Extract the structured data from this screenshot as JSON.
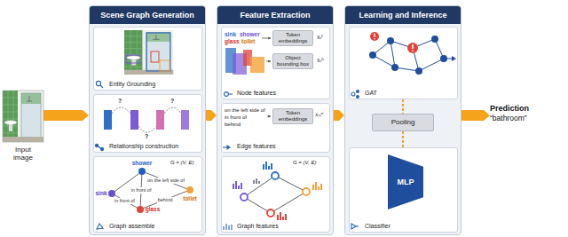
{
  "diagram": {
    "nodes": [
      {
        "text": [
          "Input image"
        ]
      },
      {
        "text": [
          "Scene Graph Generation"
        ]
      },
      {
        "text": [
          "Entity Grounding"
        ],
        "in": 1
      },
      {
        "text": [
          "Relationship construction"
        ],
        "in": 1
      },
      {
        "text": [
          "Graph assemble"
        ],
        "in": 1
      },
      {
        "text": [
          "shower"
        ],
        "in": 4
      },
      {
        "text": [
          "sink"
        ],
        "in": 4
      },
      {
        "text": [
          "glass"
        ],
        "in": 4
      },
      {
        "text": [
          "toilet"
        ],
        "in": 4
      },
      {
        "text": [
          "Feature Extraction"
        ]
      },
      {
        "text": [
          "Node features"
        ],
        "in": 9
      },
      {
        "text": [
          "Token embeddings"
        ],
        "in": 10
      },
      {
        "text": [
          "Object bounding box"
        ],
        "in": 10
      },
      {
        "text": [
          "Edge features"
        ],
        "in": 9
      },
      {
        "text": [
          "Token embeddings"
        ],
        "in": 13
      },
      {
        "text": [
          "Graph features"
        ],
        "in": 9
      },
      {
        "text": [
          "Learning and Inference"
        ]
      },
      {
        "text": [
          "GAT"
        ],
        "in": 16
      },
      {
        "text": [
          "Pooling"
        ],
        "in": 16
      },
      {
        "text": [
          "Classifier"
        ],
        "in": 16
      },
      {
        "text": [
          "MLP"
        ],
        "in": 19
      },
      {
        "text": [
          "Prediction",
          "“bathroom”"
        ]
      }
    ],
    "edges": [
      {
        "from": 0,
        "to": 1,
        "arrow": "to"
      },
      {
        "from": 1,
        "to": 9,
        "arrow": "to"
      },
      {
        "from": 9,
        "to": 16,
        "arrow": "to"
      },
      {
        "from": 16,
        "to": 21,
        "arrow": "to"
      },
      {
        "from": 6,
        "to": 5,
        "arrow": "none"
      },
      {
        "from": 5,
        "to": 7,
        "label": "in front of",
        "arrow": "none"
      },
      {
        "from": 6,
        "to": 7,
        "label": "in front of",
        "arrow": "none"
      },
      {
        "from": 7,
        "to": 8,
        "label": "behind",
        "arrow": "none"
      },
      {
        "from": 5,
        "to": 8,
        "label": "on the left side of",
        "arrow": "none"
      },
      {
        "from": 17,
        "to": 18,
        "arrow": "none"
      },
      {
        "from": 18,
        "to": 19,
        "arrow": "none"
      }
    ],
    "labels": [
      "G = (V, E)",
      "?",
      "?",
      "?",
      "sink",
      "shower",
      "glass",
      "toilet",
      "xᵢᵗ",
      "xᵢᵇ",
      "on the left side of",
      "in front of",
      "behind",
      "xᵢⱼᵉ",
      "G = (V, E)"
    ]
  }
}
